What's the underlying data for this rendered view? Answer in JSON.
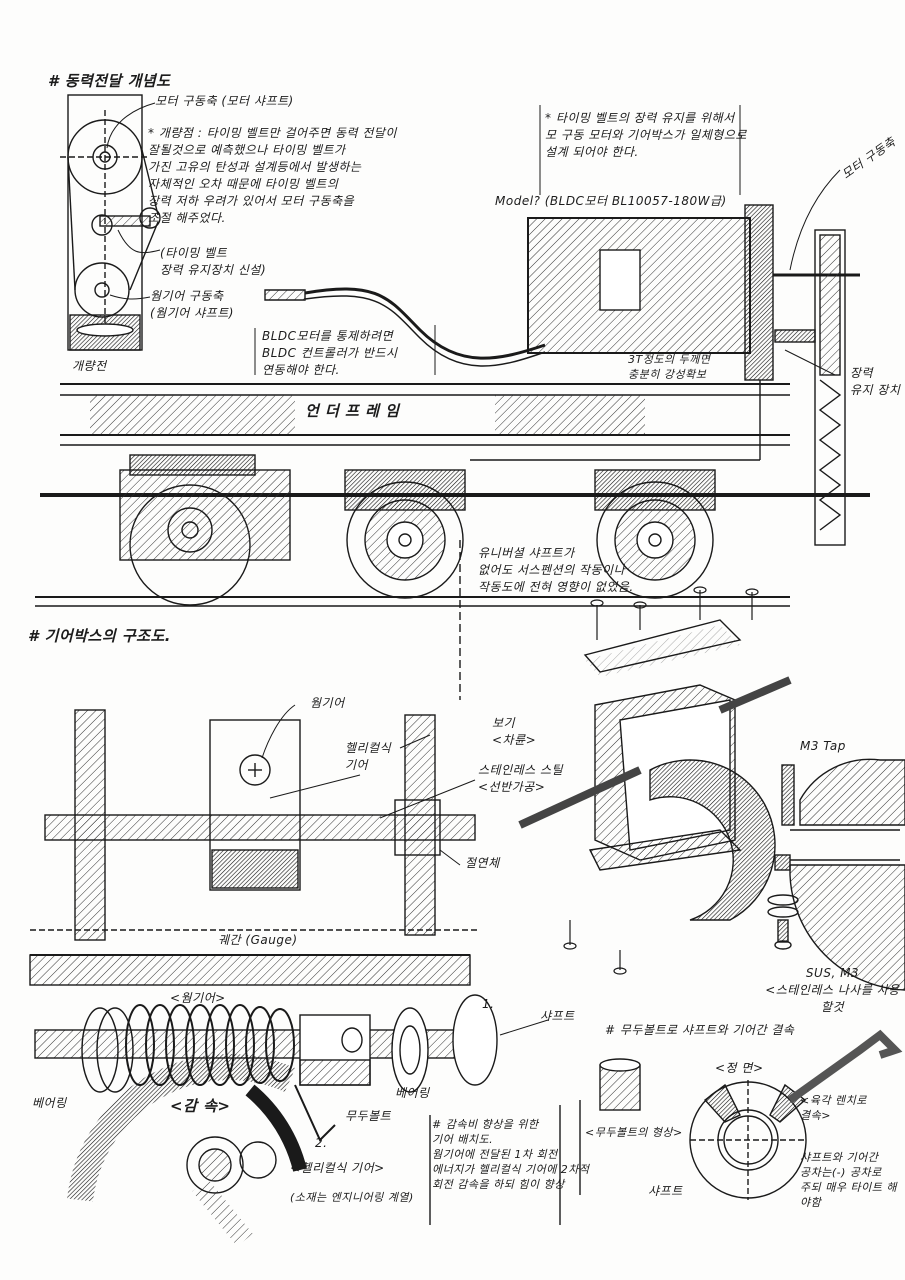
{
  "power_transmission": {
    "title": "# 동력전달 개념도",
    "motor_shaft_label": "모터 구동축 (모터 샤프트)",
    "improvement_note": "* 개량점 : 타이밍 벨트만 걸어주면 동력 전달이\n잘될것으로 예측했으나 타이밍 벨트가\n가진 고유의 탄성과 설계등에서 발생하는\n자체적인 오차 때문에 타이밍 벨트의\n장력 저하 우려가 있어서 모터 구동축을\n조절 해주었다.",
    "tensioner_label": "(타이밍 벨트\n장력 유지장치 신설)",
    "worm_shaft_label": "웜기어 구동축\n(웜기어 샤프트)",
    "before_label": "개량전",
    "bldc_note": "BLDC모터를 통제하려면\nBLDC 컨트롤러가 반드시\n연동해야 한다.",
    "timing_note": "* 타이밍 벨트의 장력 유지를 위해서\n모 구동 모터와 기어박스가 일체형으로\n설계 되어야 한다.",
    "model_label": "Model? (BLDC모터 BL10057-180W급)",
    "motor_drive_shaft_label": "모터 구동축",
    "plate_note": "3T정도의 두께면\n충분히 강성확보",
    "tension_device_label": "장력\n유지 장치",
    "underframe_label": "언  더  프  레  임",
    "universal_note": "유니버셜 샤프트가\n없어도 서스펜션의 작동이나\n작동도에 전혀 영향이 없었음."
  },
  "gearbox": {
    "title": "# 기어박스의 구조도.",
    "worm_gear_label": "웜기어",
    "helical_label": "헬리컬식\n기어",
    "bogie_label": "보기\n<차륜>",
    "stainless_label": "스테인레스 스틸\n<선반가공>",
    "insulator_label": "절연체",
    "gauge_label": "궤간 (Gauge)",
    "m3_tap_label": "M3 Tap",
    "sus_label": "SUS, M3\n<스테인레스 나사를 사용할것"
  },
  "reduction": {
    "worm_title": "<웜기어>",
    "step1": "1.",
    "shaft_label": "샤프트",
    "bearing_left": "베어링",
    "bearing_right": "베어링",
    "set_screw_label": "무두볼트",
    "reduction_label": "<감   속>",
    "step2": "2.",
    "helical_title": "<헬리컬식 기어>",
    "helical_material": "(소재는 엔지니어링 계열)",
    "layout_note": "# 감속비 향상을 위한\n  기어 배치도.\n  웜기어에 전달된 1차 회전\n에너지가 헬리컬식 기어에 2차적\n회전 감속을 하되 힘이 향상"
  },
  "set_screw": {
    "title": "# 무두볼트로  샤프트와 기어간 결속",
    "shape_label": "<무두볼트의 형상>",
    "front_label": "<정  면>",
    "hex_label": "<육각 렌치로\n결속>",
    "shaft_label": "샤프트",
    "tolerance_note": "샤프트와 기어간\n공차는(-) 공차로\n주되 매우 타이트 해야함"
  }
}
